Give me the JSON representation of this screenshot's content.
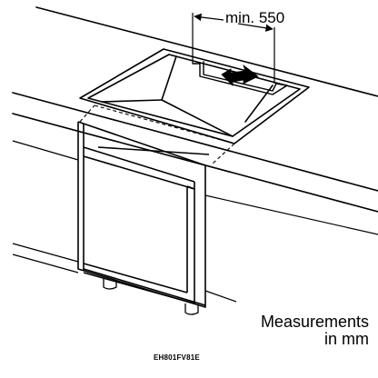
{
  "dimension": {
    "label": "min. 550"
  },
  "caption": {
    "line1": "Measurements",
    "line2": "in mm"
  },
  "drawing_code": "EH801FV81E",
  "colors": {
    "ink": "#000000",
    "background": "#ffffff"
  }
}
